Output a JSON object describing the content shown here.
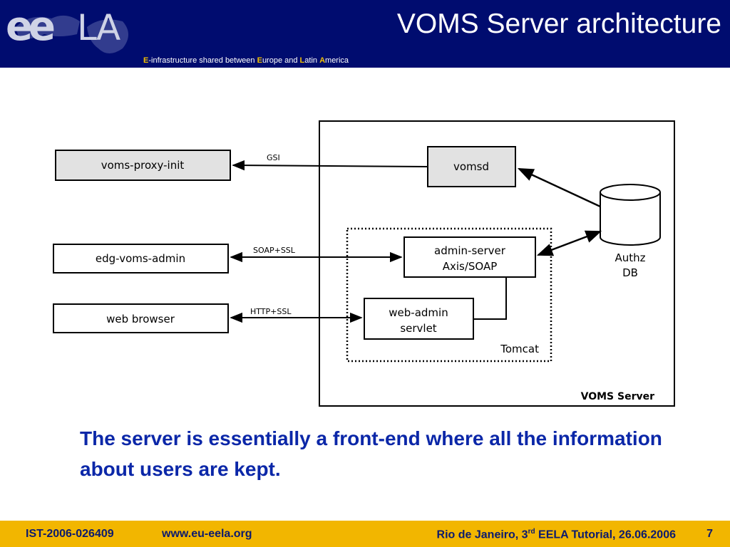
{
  "header": {
    "title": "VOMS Server architecture",
    "tagline": {
      "e1": "E",
      "t1": "-infrastructure shared between ",
      "e2": "E",
      "t2": "urope and ",
      "e3": "L",
      "t3": "atin ",
      "e4": "A",
      "t4": "merica"
    },
    "logo": {
      "ee": "ee",
      "la": "LA"
    }
  },
  "diagram": {
    "clients": [
      "voms-proxy-init",
      "edg-voms-admin",
      "web browser"
    ],
    "protocols": [
      "GSI",
      "SOAP+SSL",
      "HTTP+SSL"
    ],
    "vomsd": "vomsd",
    "admin_server": [
      "admin-server",
      "Axis/SOAP"
    ],
    "web_admin": [
      "web-admin",
      "servlet"
    ],
    "tomcat": "Tomcat",
    "db": [
      "Authz",
      "DB"
    ],
    "container": "VOMS Server"
  },
  "caption": "The server is essentially a front-end where all the information about users are kept.",
  "footer": {
    "project": "IST-2006-026409",
    "url": "www.eu-eela.org",
    "event_prefix": "Rio de Janeiro, 3",
    "event_sup": "rd",
    "event_suffix": " EELA Tutorial, 26.06.2006",
    "page": "7"
  },
  "colors": {
    "header_bg": "#000c6f",
    "accent_yellow": "#f2b600",
    "caption_blue": "#0b27a8"
  }
}
